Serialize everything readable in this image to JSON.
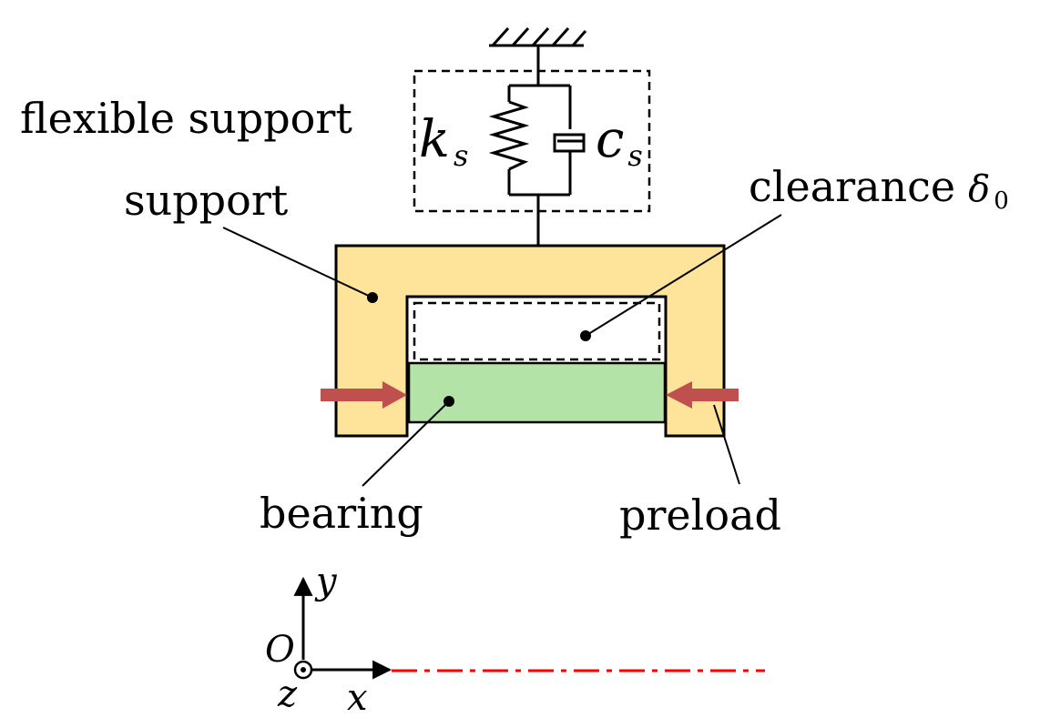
{
  "labels": {
    "flexible_support": "flexible support",
    "support": "support",
    "clearance": "clearance",
    "bearing": "bearing",
    "preload": "preload"
  },
  "symbols": {
    "stiffness_base": "k",
    "stiffness_sub": "s",
    "damping_base": "c",
    "damping_sub": "s",
    "clearance_base": "δ",
    "clearance_sub": "0",
    "origin": "O",
    "axis_x": "x",
    "axis_y": "y",
    "axis_z": "z"
  },
  "colors": {
    "support_fill": "#FDE49A",
    "bearing_fill": "#B4E3A8",
    "preload_arrow": "#C0504D",
    "centerline": "#FF0000",
    "stroke": "#000000"
  }
}
